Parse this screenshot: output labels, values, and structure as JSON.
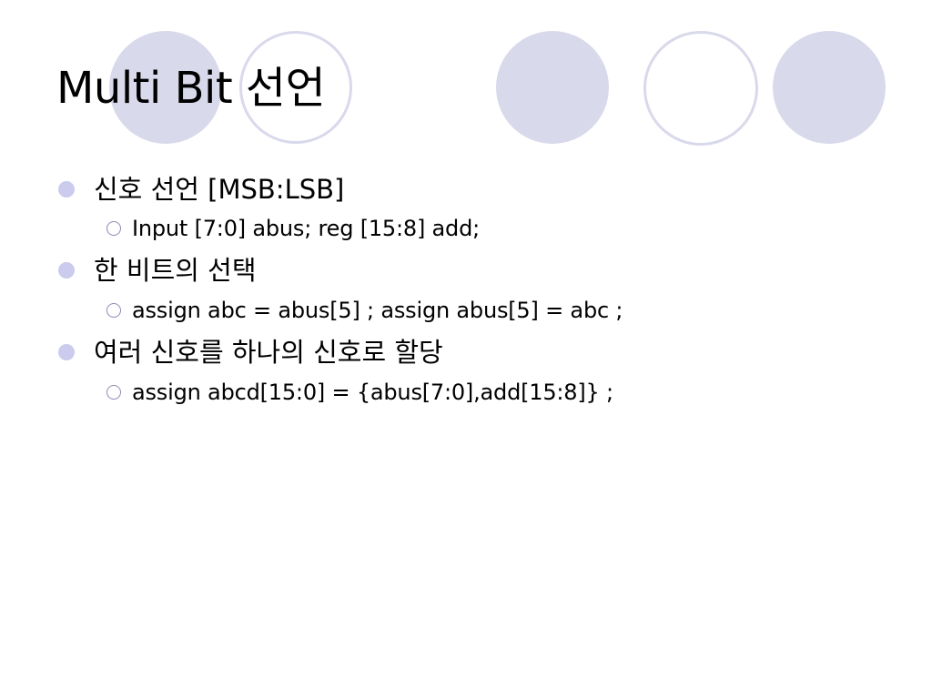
{
  "slide": {
    "title": "Multi Bit 선언",
    "bullets": [
      {
        "text": "신호 선언 [MSB:LSB]",
        "sub": [
          "Input [7:0] abus; reg [15:8] add;"
        ]
      },
      {
        "text": "한 비트의 선택",
        "sub": [
          "assign abc = abus[5] ; assign abus[5] = abc ;"
        ]
      },
      {
        "text": "여러 신호를 하나의 신호로 할당",
        "sub": [
          "assign abcd[15:0] = {abus[7:0],add[15:8]} ;"
        ]
      }
    ]
  },
  "theme": {
    "accent_fill": "#d9d9ec",
    "bullet_color": "#cbcbee",
    "sub_bullet_color": "#8a8ab8",
    "text_color": "#000000",
    "background": "#ffffff"
  }
}
